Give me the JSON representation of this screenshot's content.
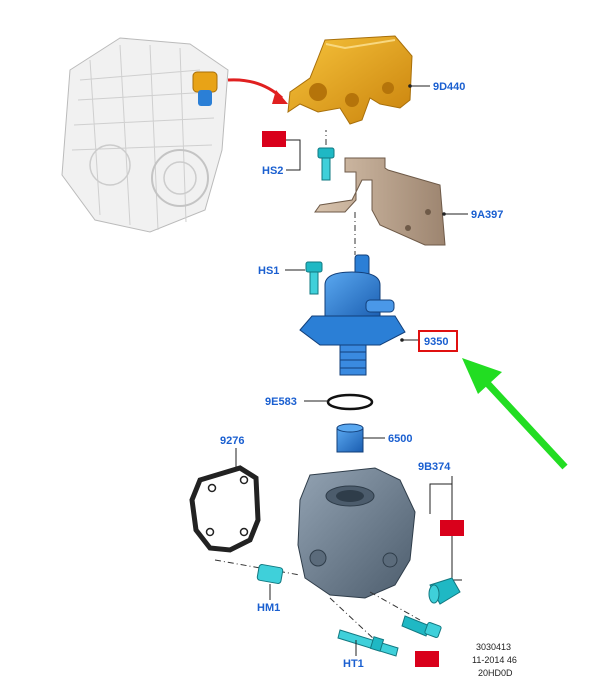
{
  "labels": {
    "cover": "9D440",
    "bracket": "9A397",
    "pump": "9350",
    "oring": "9E583",
    "follower": "6500",
    "gasket": "9276",
    "housing": "9B374",
    "hs2": "HS2",
    "hs1": "HS1",
    "hm1": "HM1",
    "ht1": "HT1"
  },
  "reference": {
    "line1": "3030413",
    "line2": "11-2014 46",
    "line3": "20HD0D"
  },
  "colors": {
    "label_blue": "#1a5fd0",
    "cover_orange": "#e8a317",
    "pump_blue": "#2b7fd6",
    "housing_gray": "#6b7d8f",
    "fastener_cyan": "#1fb8c4",
    "badge_red": "#d9001b",
    "highlight_box": "#e01010",
    "arrow_red": "#e02020",
    "arrow_green": "#22dd22"
  },
  "icons": {
    "red_badges": "torque-spec-badge-icon",
    "engine_thumbnail": "engine-block-icon"
  }
}
